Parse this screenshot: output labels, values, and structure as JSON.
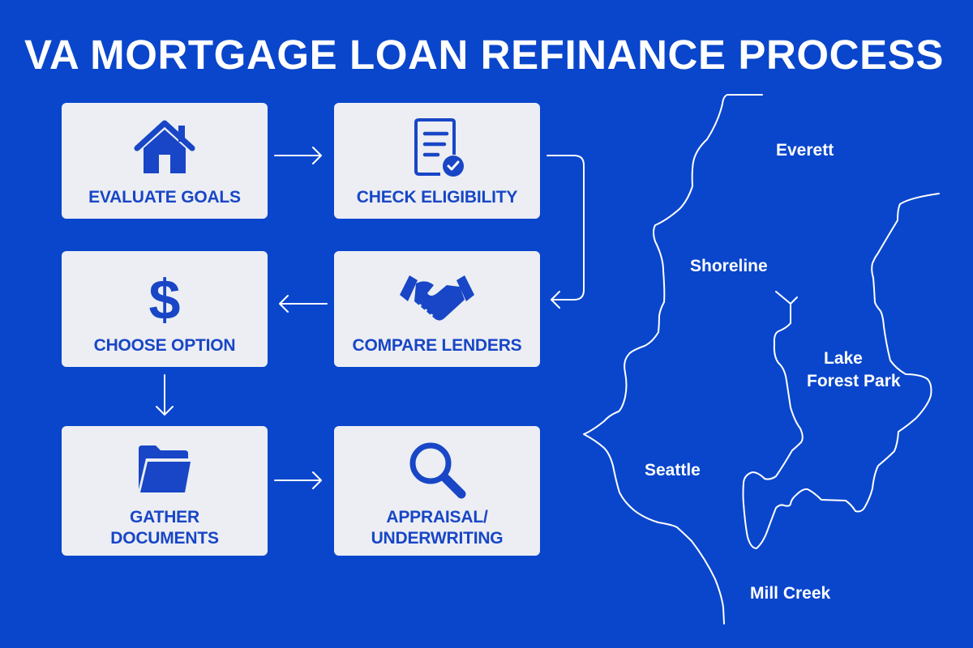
{
  "title": "VA MORTGAGE LOAN REFINANCE PROCESS",
  "colors": {
    "background": "#0a46cc",
    "box": "#eceef3",
    "accent": "#1846c6",
    "line": "#ffffff"
  },
  "steps": [
    {
      "label": "EVALUATE GOALS",
      "icon": "house-icon"
    },
    {
      "label": "CHECK ELIGIBILITY",
      "icon": "document-check-icon"
    },
    {
      "label": "CHOOSE OPTION",
      "icon": "dollar-icon"
    },
    {
      "label": "COMPARE LENDERS",
      "icon": "handshake-icon"
    },
    {
      "label_lines": [
        "GATHER",
        "DOCUMENTS"
      ],
      "icon": "folder-icon"
    },
    {
      "label_lines": [
        "APPRAISAL/",
        "UNDERWRITING"
      ],
      "icon": "magnifier-icon"
    }
  ],
  "map": {
    "cities": [
      "Everett",
      "Shoreline",
      "Lake",
      "Forest Park",
      "Seattle",
      "Mill Creek"
    ]
  }
}
